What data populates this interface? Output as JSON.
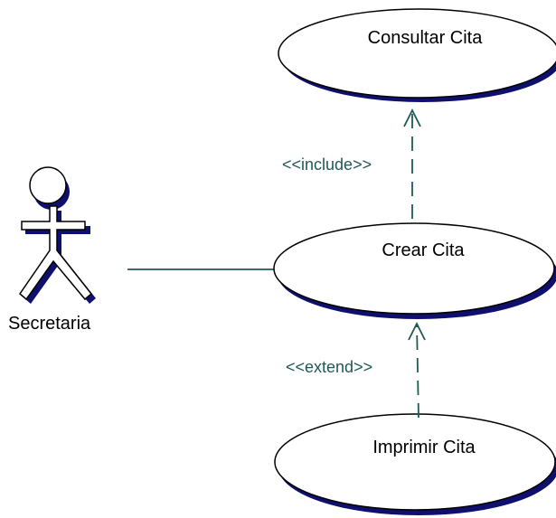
{
  "actor": {
    "name": "Secretaria"
  },
  "use_cases": {
    "consultar": "Consultar Cita",
    "crear": "Crear Cita",
    "imprimir": "Imprimir Cita"
  },
  "relations": {
    "include": "<<include>>",
    "extend": "<<extend>>"
  },
  "colors": {
    "shadow": "#0f0f6e",
    "connector": "#1f5a55",
    "stroke": "#000000"
  }
}
